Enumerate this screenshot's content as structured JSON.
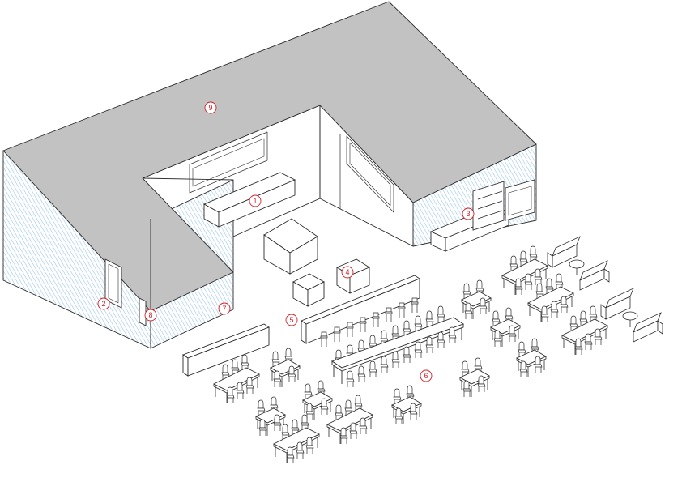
{
  "colors": {
    "roof": "#c2c2c2",
    "wall_hatch": "#9cc8e6",
    "outline": "#2b2b2b",
    "callout": "#d21f26",
    "background": "#ffffff"
  },
  "callouts": [
    {
      "label": "1",
      "area": "kitchen-island"
    },
    {
      "label": "2",
      "area": "entrance-door"
    },
    {
      "label": "3",
      "area": "appliance-wall"
    },
    {
      "label": "4",
      "area": "service-counter"
    },
    {
      "label": "5",
      "area": "high-bar-counter"
    },
    {
      "label": "6",
      "area": "long-communal-table"
    },
    {
      "label": "7",
      "area": "exterior-wall"
    },
    {
      "label": "8",
      "area": "side-door"
    },
    {
      "label": "9",
      "area": "roof"
    }
  ]
}
